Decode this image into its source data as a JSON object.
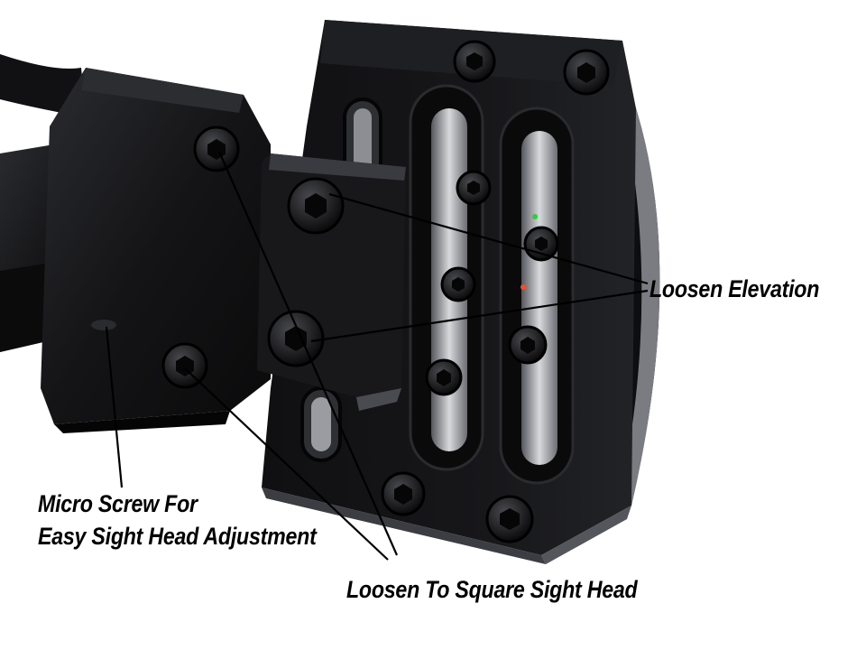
{
  "callouts": {
    "loosen_elevation": "Loosen Elevation",
    "micro_screw": {
      "line1": "Micro Screw For",
      "line2": "Easy Sight Head Adjustment"
    },
    "loosen_square": "Loosen To Square Sight Head"
  },
  "colors": {
    "background": "#ffffff",
    "body_metal": "#141416",
    "metal_highlight": "#3a3b40",
    "label_text": "#000000",
    "leader_line": "#000000"
  },
  "icons": [
    "hex-socket-screw-icon",
    "micro-screw-icon"
  ]
}
